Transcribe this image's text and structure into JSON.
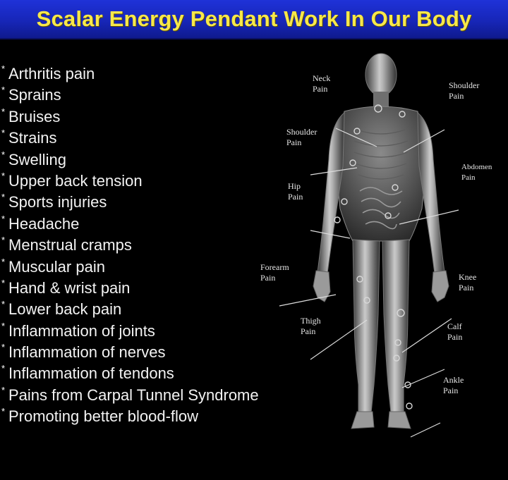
{
  "header": {
    "title": "Scalar Energy Pendant Work In Our Body",
    "background_color": "#1a2bc8",
    "title_color": "#f7e84a"
  },
  "benefits": [
    "Arthritis pain",
    "Sprains",
    "Bruises",
    "Strains",
    "Swelling",
    "Upper back tension",
    "Sports injuries",
    "Headache",
    "Menstrual cramps",
    "Muscular pain",
    "Hand & wrist pain",
    "Lower back pain",
    "Inflammation of joints",
    "Inflammation of nerves",
    "Inflammation of tendons",
    "Pains from Carpal Tunnel Syndrome",
    "Promoting better blood-flow"
  ],
  "bullet_glyph": "*",
  "figure_callouts": {
    "neck": [
      "Neck",
      "Pain"
    ],
    "shoulder_right": [
      "Shoulder",
      "Pain"
    ],
    "shoulder_left": [
      "Shoulder",
      "Pain"
    ],
    "abdomen": [
      "Abdomen",
      "Pain"
    ],
    "hip": [
      "Hip",
      "Pain"
    ],
    "forearm": [
      "Forearm",
      "Pain"
    ],
    "knee": [
      "Knee",
      "Pain"
    ],
    "thigh": [
      "Thigh",
      "Pain"
    ],
    "calf": [
      "Calf",
      "Pain"
    ],
    "ankle": [
      "Ankle",
      "Pain"
    ]
  }
}
